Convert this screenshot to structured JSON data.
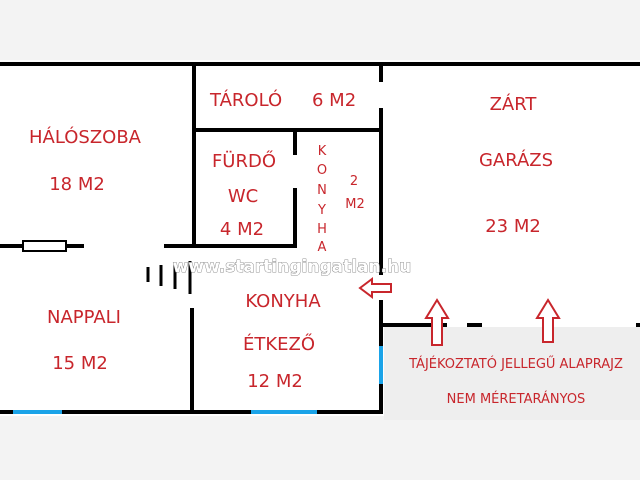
{
  "rooms": {
    "halo": {
      "name": "HÁLÓSZOBA",
      "area": "18 M2"
    },
    "taro": {
      "name": "TÁROLÓ",
      "area": "6 M2"
    },
    "furdo": {
      "name1": "FÜRDŐ",
      "name2": "WC",
      "area": "4 M2"
    },
    "konyha_small": {
      "letters": [
        "K",
        "O",
        "N",
        "Y",
        "H",
        "A"
      ],
      "area1": "2",
      "area2": "M2"
    },
    "garazs": {
      "name1": "ZÁRT",
      "name2": "GARÁZS",
      "area": "23 M2"
    },
    "nappali": {
      "name": "NAPPALI",
      "area": "15 M2"
    },
    "konyha": {
      "name1": "KONYHA",
      "name2": "ÉTKEZŐ",
      "area": "12 M2"
    }
  },
  "note": {
    "line1": "TÁJÉKOZTATÓ JELLEGŰ ALAPRAJZ",
    "line2": "NEM MÉRETARÁNYOS"
  },
  "watermark": "www.startingingatlan.hu",
  "colors": {
    "wall": "#000000",
    "text": "#c8262c",
    "window": "#1aa3e8",
    "note_bg": "#eeeeee"
  }
}
